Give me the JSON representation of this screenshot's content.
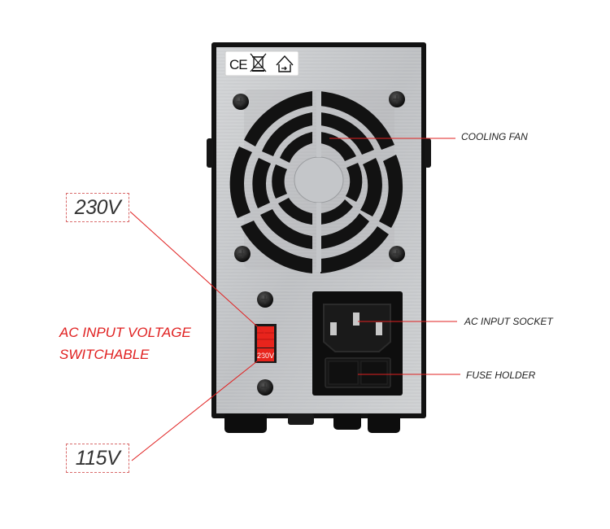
{
  "certifications": {
    "ce": "CE",
    "weee_icon": "crossed-bin-icon",
    "recycle_icon": "recycle-house-icon"
  },
  "callouts": {
    "cooling_fan": "COOLING FAN",
    "ac_input_socket": "AC INPUT SOCKET",
    "fuse_holder": "FUSE HOLDER"
  },
  "voltage": {
    "high": "230V",
    "low": "115V",
    "switch_marking": "230V"
  },
  "note": {
    "line1": "AC INPUT VOLTAGE",
    "line2": "SWITCHABLE"
  },
  "colors": {
    "accent_red": "#e02020",
    "switch_red": "#e8241c",
    "panel_silver": "#c9cbcd",
    "housing_black": "#121212"
  }
}
